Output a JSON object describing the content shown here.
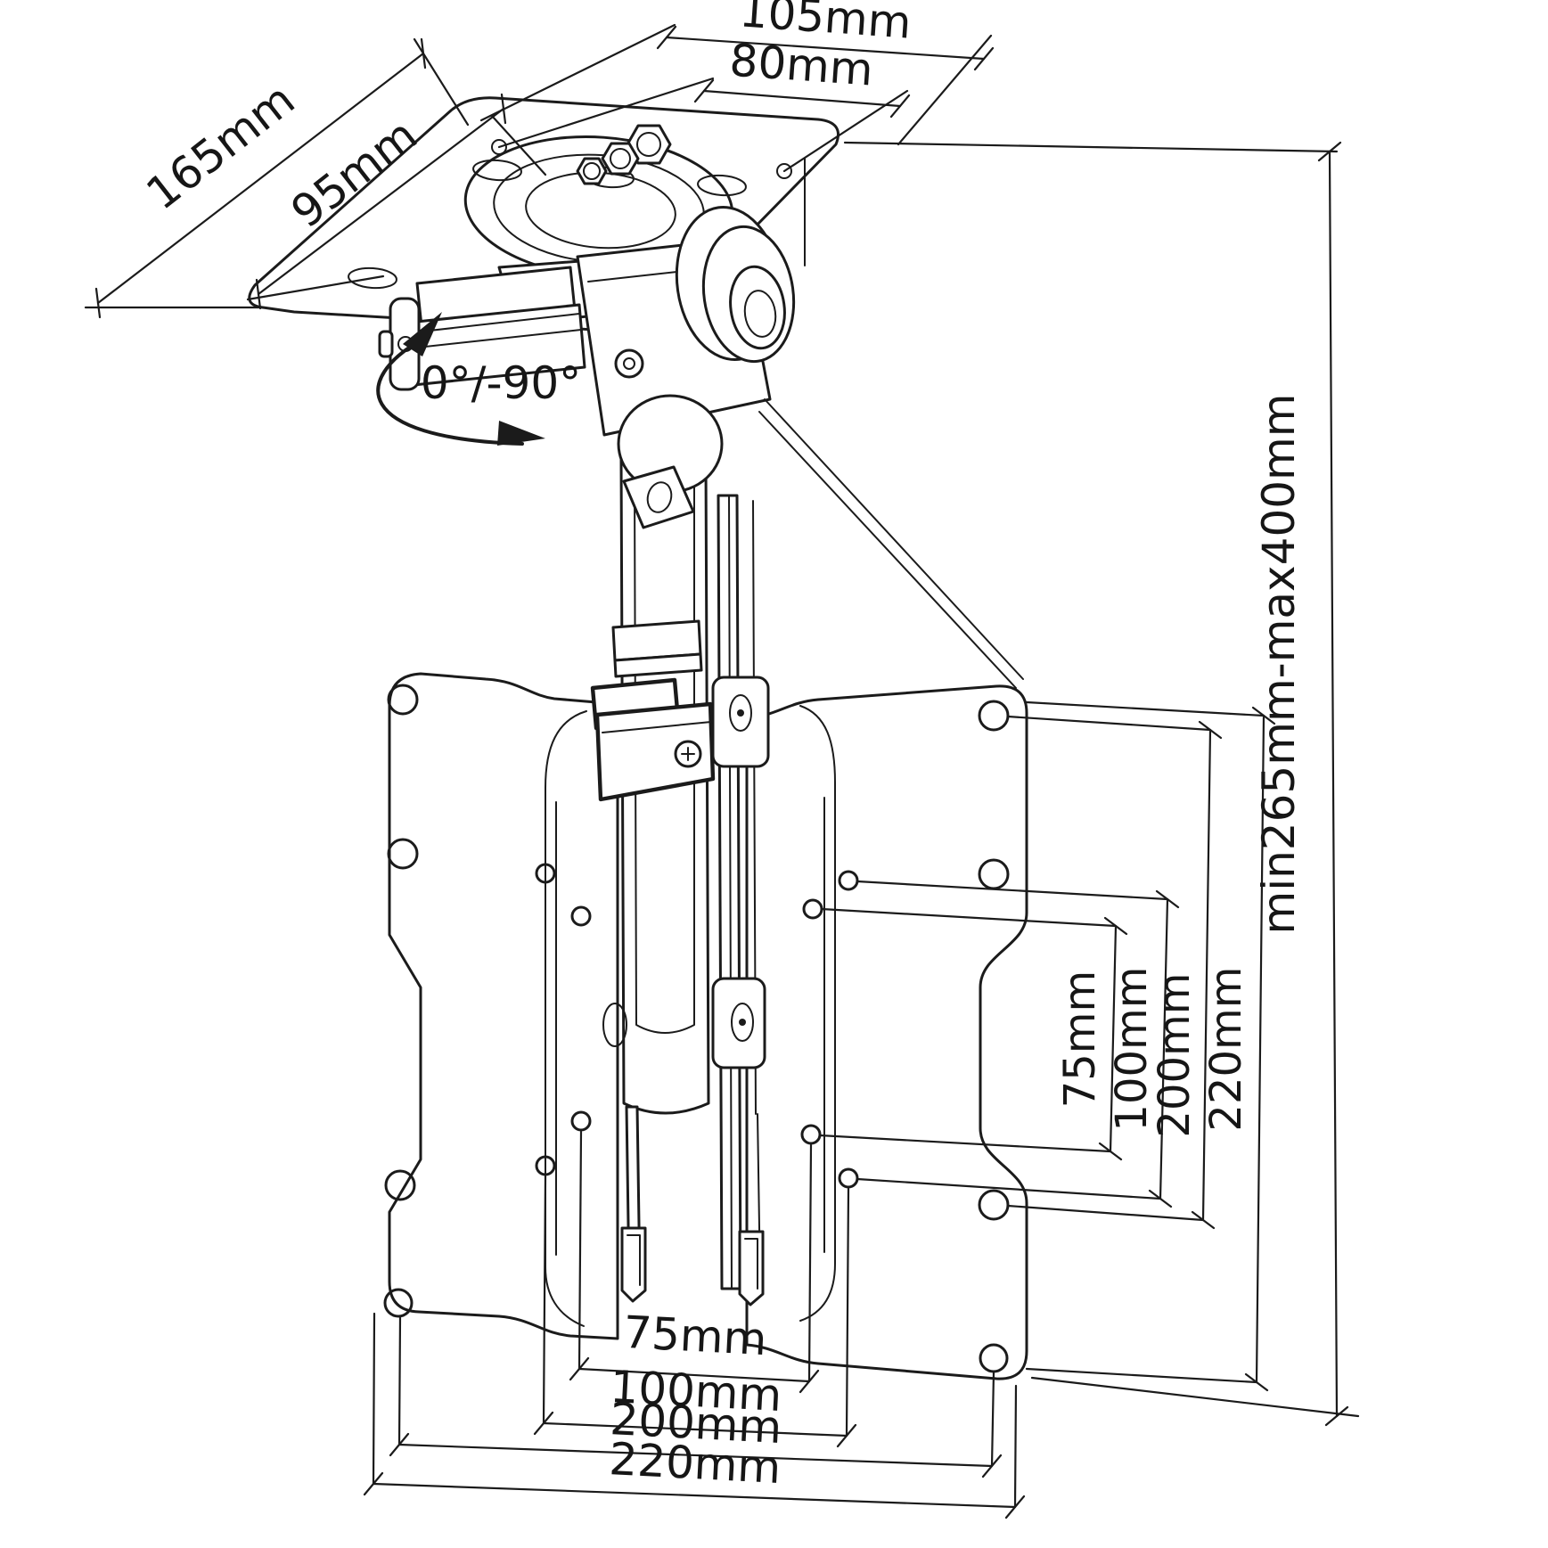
{
  "diagram": {
    "background_color": "#ffffff",
    "line_color": "#1b1b1b",
    "drawing_type": "technical dimension drawing",
    "subject": "fold-down ceiling TV mount",
    "ceiling_plate_dims": {
      "outer_width": "105mm",
      "inner_hole_width": "80mm",
      "outer_depth": "165mm",
      "inner_hole_depth": "95mm"
    },
    "tilt_range_label": "0°/-90°",
    "height_range_label": "min265mm-max400mm",
    "vesa_vertical_dims": [
      "75mm",
      "100mm",
      "200mm",
      "220mm"
    ],
    "vesa_horizontal_dims": [
      "75mm",
      "100mm",
      "200mm",
      "220mm"
    ]
  }
}
